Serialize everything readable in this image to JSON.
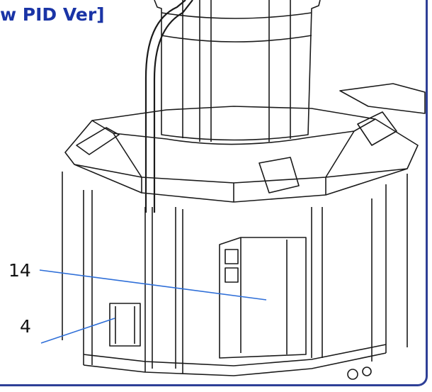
{
  "title": "w PID Ver]",
  "callouts": [
    {
      "label": "14"
    },
    {
      "label": "4"
    }
  ],
  "colors": {
    "frame": "#2e3f97",
    "title": "#1a34a6",
    "leader": "#2f6fd8",
    "line": "#1a1a1a"
  }
}
